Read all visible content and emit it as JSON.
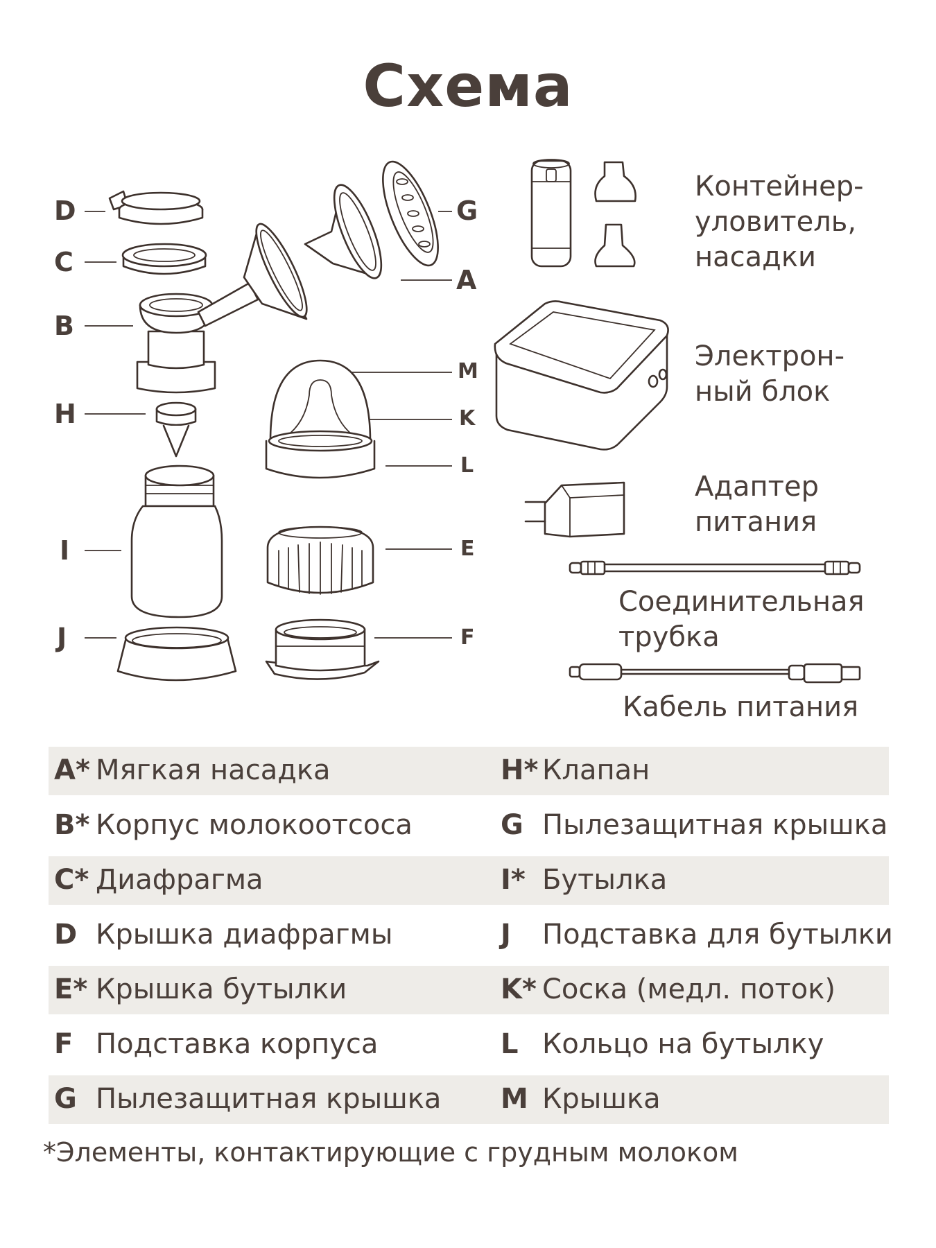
{
  "title": "Схема",
  "part_letters": {
    "D": "D",
    "C": "C",
    "B": "B",
    "H": "H",
    "I": "I",
    "J": "J",
    "G": "G",
    "A": "A",
    "M": "M",
    "K": "K",
    "L": "L",
    "E": "E",
    "F": "F"
  },
  "components": {
    "container": "Контейнер-\nуловитель,\nнасадки",
    "unit": "Электрон-\nный блок",
    "adapter": "Адаптер\nпитания",
    "tube": "Соединительная\nтрубка",
    "cable": "Кабель питания"
  },
  "legend": [
    {
      "k1": "A*",
      "v1": "Мягкая насадка",
      "k2": "H*",
      "v2": "Клапан"
    },
    {
      "k1": "B*",
      "v1": "Корпус молокоотсоса",
      "k2": "G",
      "v2": "Пылезащитная крышка"
    },
    {
      "k1": "C*",
      "v1": "Диафрагма",
      "k2": "I*",
      "v2": "Бутылка"
    },
    {
      "k1": "D",
      "v1": "Крышка диафрагмы",
      "k2": "J",
      "v2": "Подставка для бутылки"
    },
    {
      "k1": "E*",
      "v1": "Крышка бутылки",
      "k2": "K*",
      "v2": "Соска (медл. поток)"
    },
    {
      "k1": "F",
      "v1": "Подставка корпуса",
      "k2": "L",
      "v2": "Кольцо на бутылку"
    },
    {
      "k1": "G",
      "v1": "Пылезащитная крышка",
      "k2": "M",
      "v2": "Крышка"
    }
  ],
  "footnote": "*Элементы, контактирующие с грудным молоком",
  "colors": {
    "text": "#4a3f3a",
    "row_shade": "#eeece8",
    "line": "#3d312c"
  }
}
